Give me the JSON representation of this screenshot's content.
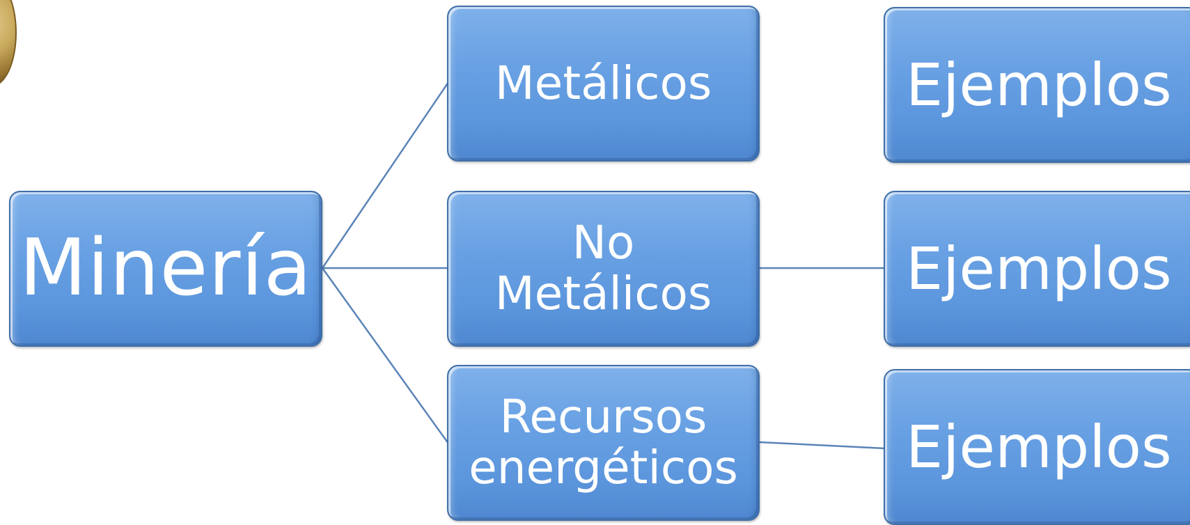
{
  "root": {
    "label": "Minería"
  },
  "categories": [
    {
      "label": "Metálicos"
    },
    {
      "label": "No\nMetálicos"
    },
    {
      "label": "Recursos\nenergéticos"
    }
  ],
  "examples": [
    {
      "label": "Ejemplos"
    },
    {
      "label": "Ejemplos"
    },
    {
      "label": "Ejemplos"
    }
  ],
  "colors": {
    "node_fill": "#5b95dc",
    "node_border": "#3f6fa8",
    "connector": "#5a84b8",
    "text": "#ffffff"
  }
}
